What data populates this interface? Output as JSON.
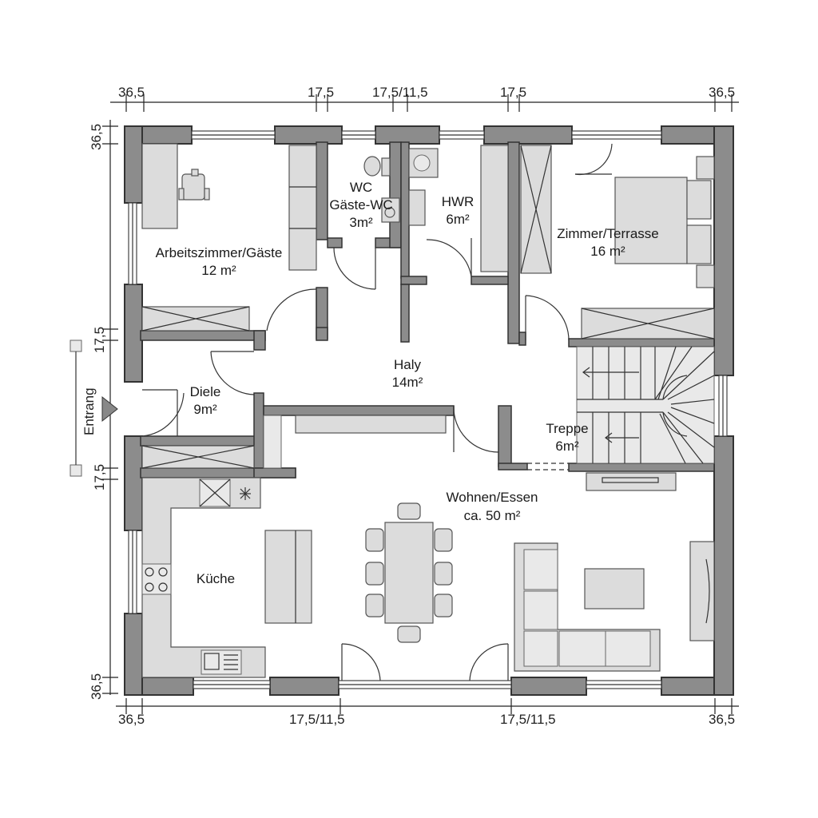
{
  "dimensions": {
    "top": [
      "36,5",
      "17,5",
      "17,5/11,5",
      "17,5",
      "36,5"
    ],
    "bottom": [
      "36,5",
      "17,5/11,5",
      "17,5/11,5",
      "36,5"
    ],
    "left": [
      "36,5",
      "17,5",
      "17,5",
      "36,5"
    ]
  },
  "entrance": "Entrang",
  "rooms": {
    "arbeitszimmer": {
      "name": "Arbeitszimmer/Gäste",
      "area": "12 m²"
    },
    "wc": {
      "name": "WC",
      "subname": "Gäste-WC",
      "area": "3m²"
    },
    "hwr": {
      "name": "HWR",
      "area": "6m²"
    },
    "zimmer": {
      "name": "Zimmer/Terrasse",
      "area": "16 m²"
    },
    "haly": {
      "name": "Haly",
      "area": "14m²"
    },
    "diele": {
      "name": "Diele",
      "area": "9m²"
    },
    "treppe": {
      "name": "Treppe",
      "area": "6m²"
    },
    "wohnen": {
      "name": "Wohnen/Essen",
      "area": "ca. 50 m²"
    },
    "kueche": {
      "name": "Küche"
    }
  }
}
